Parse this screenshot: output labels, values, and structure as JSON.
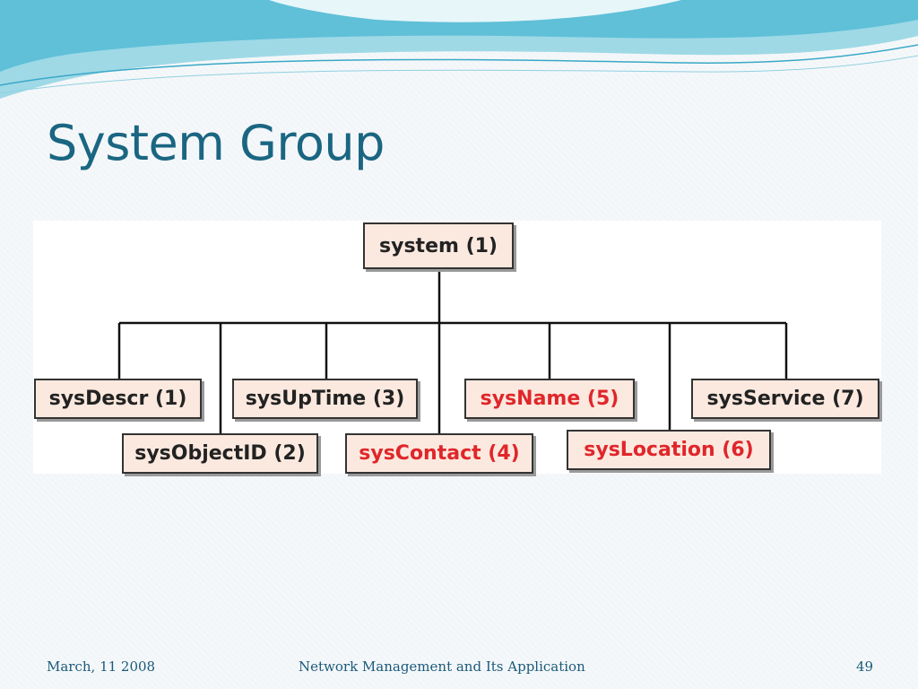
{
  "slide": {
    "title": "System Group",
    "footer_left": "March, 11 2008",
    "footer_center": "Network Management and Its Application",
    "page_number": "49"
  },
  "diagram": {
    "root": "system (1)",
    "children": [
      {
        "label": "sysDescr (1)",
        "highlighted": false
      },
      {
        "label": "sysObjectID (2)",
        "highlighted": false
      },
      {
        "label": "sysUpTime (3)",
        "highlighted": false
      },
      {
        "label": "sysContact (4)",
        "highlighted": true
      },
      {
        "label": "sysName (5)",
        "highlighted": true
      },
      {
        "label": "sysLocation (6)",
        "highlighted": true
      },
      {
        "label": "sysService (7)",
        "highlighted": false
      }
    ],
    "colors": {
      "box_fill": "#fbe9df",
      "box_border": "#333333",
      "highlight_text": "#e0262a",
      "normal_text": "#222222",
      "title_color": "#1a6682"
    }
  }
}
